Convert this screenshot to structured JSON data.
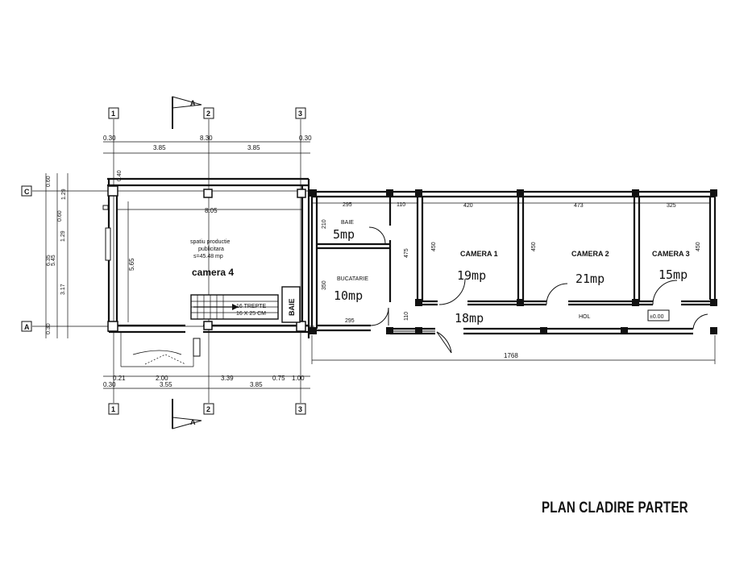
{
  "title": "PLAN CLADIRE PARTER",
  "grid_axes": {
    "columns": [
      "1",
      "2",
      "3"
    ],
    "rows": [
      "C",
      "A"
    ],
    "section_mark": "A"
  },
  "rooms": {
    "camera4": {
      "label": "camera 4",
      "note_1": "spatiu productie",
      "note_2": "publicitara",
      "note_3": "s=45.48 mp"
    },
    "baie_small": {
      "label": "BAIE",
      "area": "5mp"
    },
    "bucatarie": {
      "label": "BUCATARIE",
      "area": "10mp"
    },
    "camera1": {
      "label": "CAMERA 1",
      "area": "19mp"
    },
    "camera2": {
      "label": "CAMERA 2",
      "area": "21mp"
    },
    "camera3": {
      "label": "CAMERA 3",
      "area": "15mp"
    },
    "hol": {
      "label": "HOL",
      "area": "18mp"
    },
    "baie_vertical": {
      "label": "BAIE"
    }
  },
  "stairs": {
    "line_1": "16 TREPTE",
    "line_2": "16 X 25 CM"
  },
  "level_marker": "±0.00",
  "dimensions": {
    "top_row_1": [
      "0.30",
      "8.30",
      "0.30"
    ],
    "top_row_2": [
      "3.85",
      "3.85"
    ],
    "inner_top": "8.05",
    "inner_side": "5.65",
    "top_extra": "0.40",
    "left_side": [
      "0.60",
      "1.29",
      "0.60",
      "1.29",
      "6.35",
      "5.45",
      "3.17",
      "0.30"
    ],
    "bottom_row_1": [
      "0.21",
      "2.00",
      "3.39",
      "0.75",
      "1.00"
    ],
    "bottom_row_2": [
      "0.30",
      "3.55",
      "3.85"
    ],
    "annex": {
      "baie_w": "295",
      "corr_w": "110",
      "baie_h": "210",
      "corr_h": "475",
      "buc_h": "350",
      "buc_w": "295",
      "corr_bottom": "110",
      "cam1_w": "420",
      "cam2_w": "473",
      "cam3_w": "325",
      "cam1_h": "450",
      "cam2_h": "450",
      "cam3_h": "450",
      "total": "1768"
    }
  }
}
